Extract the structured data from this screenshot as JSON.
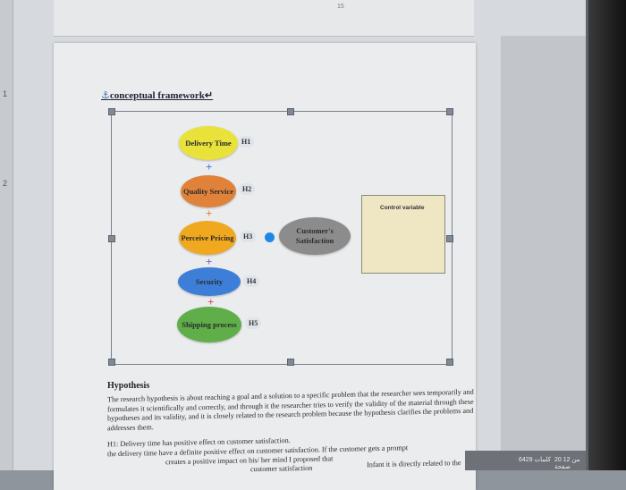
{
  "document": {
    "page_number": "15",
    "heading": "conceptual framework",
    "heading_mark": "↵"
  },
  "framework": {
    "independents": [
      {
        "label": "Delivery Time",
        "hypothesis": "H1",
        "color": "#e8e23a"
      },
      {
        "label": "Quality Service",
        "hypothesis": "H2",
        "color": "#e0823a"
      },
      {
        "label": "Perceive Pricing",
        "hypothesis": "H3",
        "color": "#f0a81f"
      },
      {
        "label": "Security",
        "hypothesis": "H4",
        "color": "#3d7fd8"
      },
      {
        "label": "Shipping process",
        "hypothesis": "H5",
        "color": "#5fae4a"
      }
    ],
    "dependent": {
      "label": "Customer's Satisfaction",
      "color": "#8c8c8c"
    },
    "control": {
      "label": "Control variable"
    },
    "plus_colors": [
      "#3a7bd5",
      "#e0823a",
      "#8a5cc0",
      "#d9435f"
    ]
  },
  "hypothesis": {
    "title": "Hypothesis",
    "paragraph": "The research hypothesis is about reaching a goal and a solution to a specific problem that the researcher sees temporarily and formulates it scientifically and correctly, and through it the researcher tries to verify the validity of the material through these hypotheses and its validity, and it is closely related to the research problem because the hypothesis clarifies the problems and addresses them.",
    "h1": "H1: Delivery time has positive effect on customer satisfaction.",
    "h1_detail": "the delivery time have a definite positive effect on customer satisfaction. If the customer gets a prompt",
    "h1_detail2": "creates a positive impact on his/ her mind I proposed that",
    "h1_tail": "customer satisfaction",
    "h1_tail2": "Infant it is directly related to the"
  },
  "taskbar": {
    "left_text": "كلمات 6429",
    "right_text": "20 من 12 صفحة"
  }
}
